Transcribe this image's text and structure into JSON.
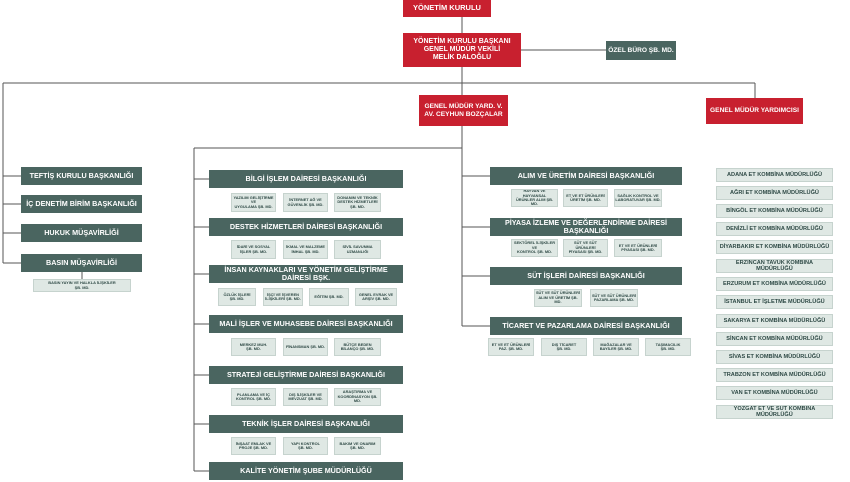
{
  "colors": {
    "red": "#c8202f",
    "dark": "#4a6560",
    "light": "#dfe8e4",
    "line": "#555555"
  },
  "top": {
    "board": "YÖNETİM KURULU",
    "chairman": "YÖNETİM KURULU BAŞKANI\nGENEL MÜDÜR VEKİLİ\nMELİK DALOĞLU",
    "private_office": "ÖZEL BÜRO ŞB. MD."
  },
  "deputies": {
    "deputy1": "GENEL MÜDÜR YARD. V.\nAV. CEYHUN BOZÇALAR",
    "deputy2": "GENEL MÜDÜR YARDIMCISI"
  },
  "left_units": {
    "items": [
      "TEFTİŞ KURULU BAŞKANLIĞI",
      "İÇ DENETİM BİRİM BAŞKANLIĞI",
      "HUKUK MÜŞAVİRLİĞİ",
      "BASIN MÜŞAVİRLİĞİ"
    ],
    "press_sub": "BASIN YAYIN VE HALKLA İLİŞKİLER\nŞB. MD."
  },
  "middle_depts": [
    {
      "title": "BİLGİ İŞLEM DAİRESİ BAŞKANLIĞI",
      "subs": [
        "YAZILIM GELİŞTİRME VE\nUYGULAMA ŞB. MD.",
        "İNTERNET AĞ VE\nGÜVENLİK ŞB. MD.",
        "DONANIM VE TEKNİK\nDESTEK HİZMETLERİ ŞB. MD."
      ]
    },
    {
      "title": "DESTEK HİZMETLERİ DAİRESİ BAŞKANLIĞI",
      "subs": [
        "İDARİ VE SOSYAL\nİŞLER ŞB. MD.",
        "İKMAL VE MALZEME\nİMHAL ŞB. MD.",
        "SİVİL SAVUNMA\nUZMANLIĞI"
      ]
    },
    {
      "title": "İNSAN KAYNAKLARI VE YÖNETİM GELİŞTİRME DAİRESİ BŞK.",
      "subs": [
        "ÖZLÜK İŞLERİ\nŞB. MD.",
        "İŞÇİ VE İŞVEREN\nİLİŞKİLERİ ŞB. MD.",
        "EĞİTİM ŞB. MD.",
        "GENEL EVRAK VE\nARŞİV ŞB. MD."
      ]
    },
    {
      "title": "MALİ İŞLER VE MUHASEBE DAİRESİ BAŞKANLIĞI",
      "subs": [
        "MERKEZ MUH.\nŞB. MD.",
        "FİNANSMAN ŞB. MD.",
        "BÜTÇE BEDEN\nBİLANÇO ŞB. MD."
      ]
    },
    {
      "title": "STRATEJİ GELİŞTİRME DAİRESİ BAŞKANLIĞI",
      "subs": [
        "PLANLAMA VE İÇ\nKONTROL ŞB. MD.",
        "DIŞ İLİŞKİLER VE\nMEVZUAT ŞB. MD.",
        "ARAŞTIRMA VE\nKOORDİNASYON ŞB. MD."
      ]
    },
    {
      "title": "TEKNİK İŞLER DAİRESİ BAŞKANLIĞI",
      "subs": [
        "İNŞAAT EMLAK VE\nPROJE ŞB. MD.",
        "YAPI KONTROL\nŞB. MD.",
        "BAKIM VE ONARIM\nŞB. MD."
      ]
    },
    {
      "title": "KALİTE YÖNETİM ŞUBE MÜDÜRLÜĞÜ",
      "subs": []
    }
  ],
  "right_depts": [
    {
      "title": "ALIM VE ÜRETİM DAİRESİ BAŞKANLIĞI",
      "subs": [
        "HAYVAN VE HAYVANSAL\nÜRÜNLER ALIM ŞB. MD.",
        "ET VE ET ÜRÜNLERİ\nÜRETİM ŞB. MD.",
        "SAĞLIK KONTROL VE\nLABORATUVAR ŞB. MD."
      ]
    },
    {
      "title": "PİYASA İZLEME VE DEĞERLENDİRME DAİRESİ BAŞKANLIĞI",
      "subs": [
        "SEKTÖREL İLİŞKİLER VE\nKONTROL ŞB. MD.",
        "SÜT VE SÜT ÜRÜNLERİ\nPİYASASI ŞB. MD.",
        "ET VE ET ÜRÜNLERİ\nPİYASASI ŞB. MD."
      ]
    },
    {
      "title": "SÜT İŞLERİ DAİRESİ BAŞKANLIĞI",
      "subs": [
        "SÜT VE SÜT ÜRÜNLERİ\nALIM VE ÜRETİM ŞB. MD.",
        "SÜT VE SÜT ÜRÜNLERİ\nPAZARLAMA ŞB. MD."
      ]
    },
    {
      "title": "TİCARET VE PAZARLAMA DAİRESİ BAŞKANLIĞI",
      "subs": [
        "ET VE ET ÜRÜNLERİ\nPAZ. ŞB. MD.",
        "DIŞ TİCARET\nŞB. MD.",
        "MAĞAZALAR VE\nBAYİLER ŞB. MD.",
        "TAŞIMACILIK\nŞB. MD."
      ]
    }
  ],
  "directorates": [
    "ADANA ET KOMBİNA MÜDÜRLÜĞÜ",
    "AĞRI ET KOMBİNA MÜDÜRLÜĞÜ",
    "BİNGÖL ET KOMBİNA MÜDÜRLÜĞÜ",
    "DENİZLİ ET KOMBİNA MÜDÜRLÜĞÜ",
    "DİYARBAKIR ET KOMBİNA MÜDÜRLÜĞÜ",
    "ERZİNCAN TAVUK KOMBİNA MÜDÜRLÜĞÜ",
    "ERZURUM ET KOMBİNA MÜDÜRLÜĞÜ",
    "İSTANBUL ET İŞLETME MÜDÜRLÜĞÜ",
    "SAKARYA ET KOMBİNA MÜDÜRLÜĞÜ",
    "SİNCAN ET KOMBİNA MÜDÜRLÜĞÜ",
    "SİVAS ET KOMBİNA MÜDÜRLÜĞÜ",
    "TRABZON ET KOMBİNA MÜDÜRLÜĞÜ",
    "VAN ET KOMBİNA MÜDÜRLÜĞÜ",
    "YOZGAT ET VE SÜT KOMBİNA MÜDÜRLÜĞÜ"
  ]
}
